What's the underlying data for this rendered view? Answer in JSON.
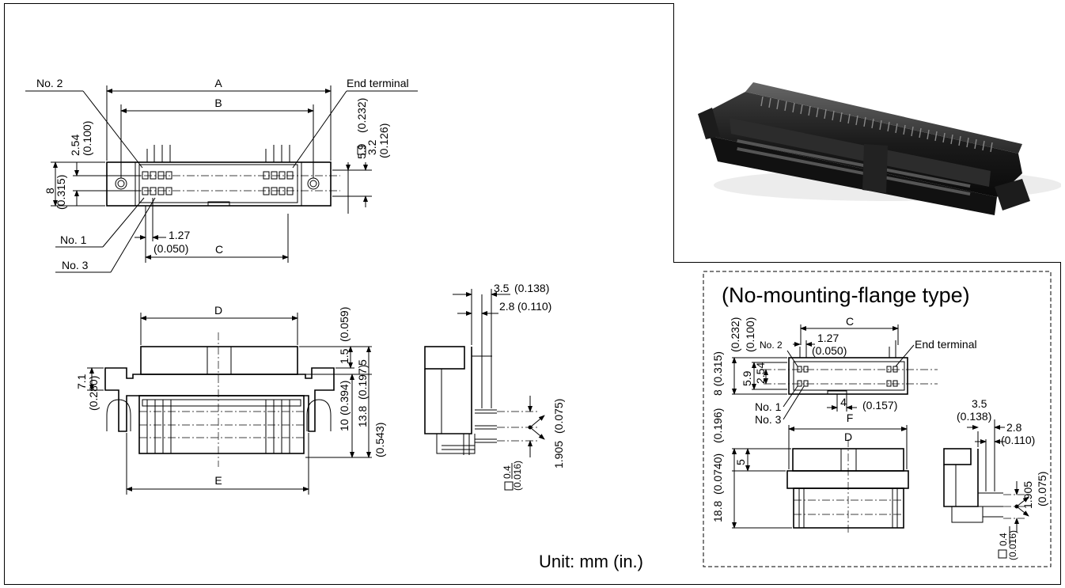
{
  "unit_label": "Unit: mm (in.)",
  "top_view": {
    "no2": "No. 2",
    "no1": "No. 1",
    "no3": "No. 3",
    "end_terminal": "End terminal",
    "dim_a": "A",
    "dim_b": "B",
    "dim_c": "C",
    "d_254": "2.54",
    "d_0100": "(0.100)",
    "d_8": "8",
    "d_0315": "(0.315)",
    "d_59": "5.9",
    "d_0232": "(0.232)",
    "d_32": "3.2",
    "d_0126": "(0.126)",
    "d_127": "1.27",
    "d_0050": "(0.050)"
  },
  "front_view": {
    "dim_d": "D",
    "dim_e": "E",
    "d_71": "7.1",
    "d_0280": "(0.280)",
    "d_15": "1.5",
    "d_0059": "(0.059)",
    "d_5": "5",
    "d_0197": "(0.197)",
    "d_10": "10",
    "d_0394": "(0.394)",
    "d_138": "13.8",
    "d_0543": "(0.543)"
  },
  "side_view": {
    "d_35": "3.5",
    "d_0138": "(0.138)",
    "d_28": "2.8",
    "d_0110": "(0.110)",
    "d_1905": "1.905",
    "d_0075": "(0.075)",
    "d_04": "0.4",
    "d_0016": "(0.016)"
  },
  "no_flange": {
    "title": "(No-mounting-flange type)",
    "dim_c": "C",
    "dim_d": "D",
    "dim_f": "F",
    "no2": "No. 2",
    "no1": "No. 1",
    "no3": "No. 3",
    "end_terminal": "End terminal",
    "d_127": "1.27",
    "d_0050": "(0.050)",
    "d_0315": "8 (0.315)",
    "d_59": "5.9",
    "d_0232": "(0.232)",
    "d_254": "2.54",
    "d_0100": "(0.100)",
    "d_4": "4",
    "d_0157": "(0.157)",
    "d_0196": "(0.196)",
    "d_5": "5",
    "d_188": "18.8",
    "d_0740": "(0.0740)",
    "d_35": "3.5",
    "d_0138": "(0.138)",
    "d_28": "2.8",
    "d_0110": "(0.110)",
    "d_1905": "1.905",
    "d_0075": "(0.075)",
    "d_04": "0.4",
    "d_0016": "(0.016)"
  },
  "photo": {
    "subject": "connector-photo"
  }
}
